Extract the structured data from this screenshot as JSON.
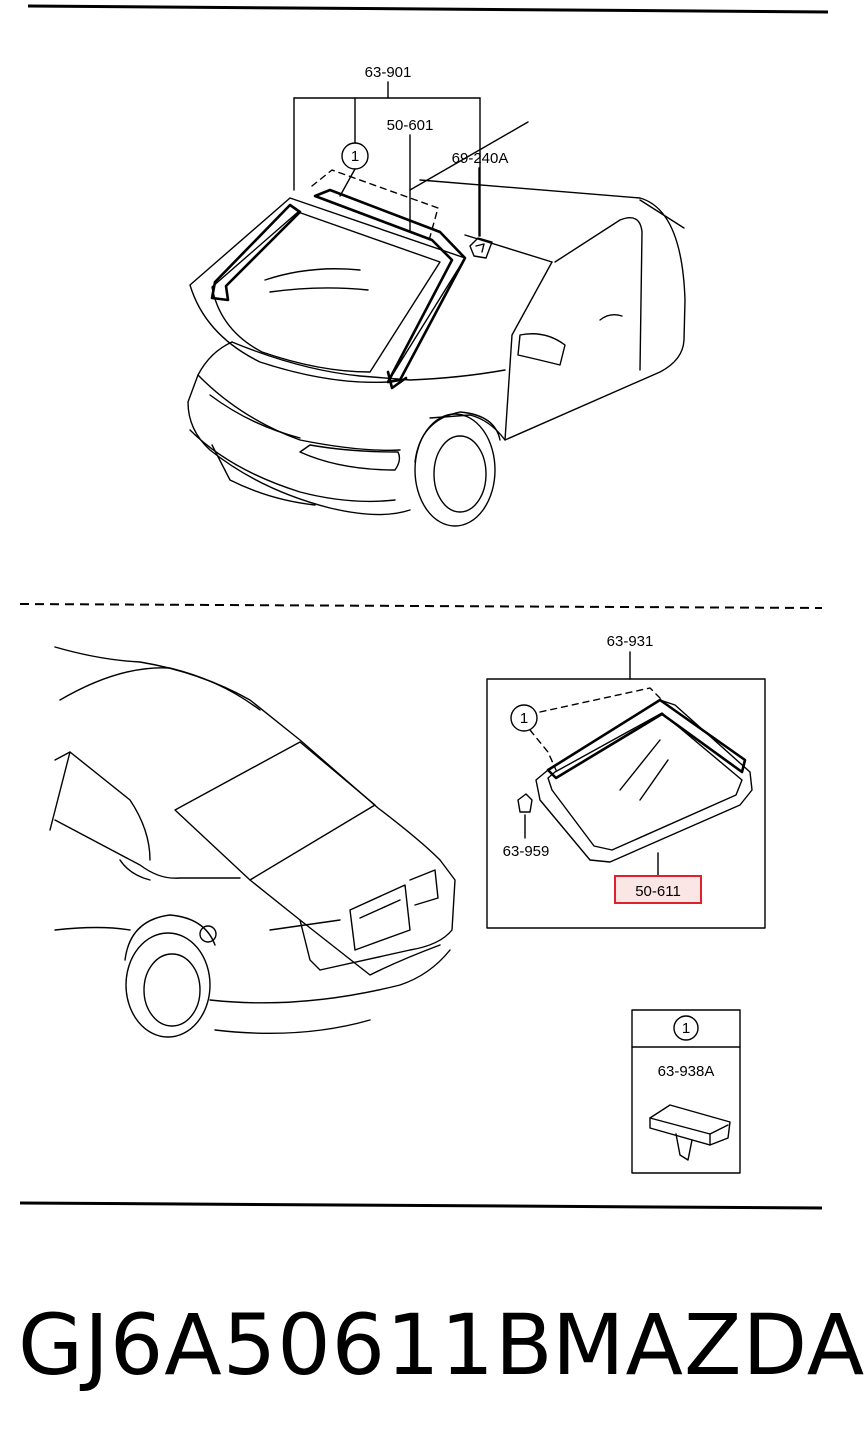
{
  "callouts": {
    "windshield_molding": "63-901",
    "windshield_glass": "50-601",
    "windshield_clip": "69-240A",
    "rear_molding": "63-931",
    "rear_stopper": "63-959",
    "rear_glass": "50-611",
    "fastener": "63-938A",
    "ref_marker": "1"
  },
  "highlight_color": "#e0202a",
  "footer": {
    "part_number": "GJ6A50611B",
    "brand": "MAZDA"
  }
}
